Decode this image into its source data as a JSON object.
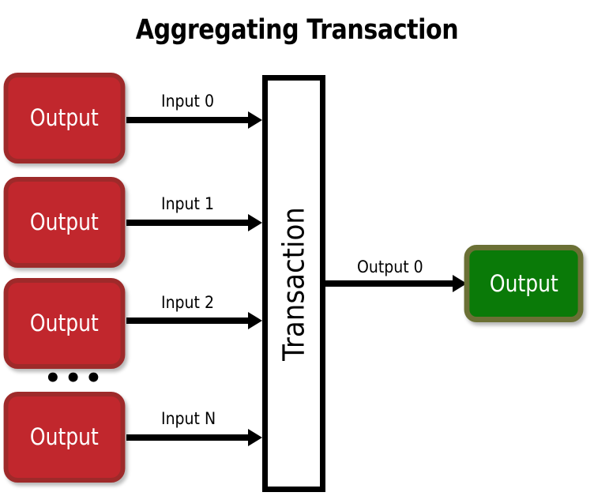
{
  "title": "Aggregating Transaction",
  "colors": {
    "background": "#ffffff",
    "input_node_fill": "#c1272d",
    "input_node_border": "#9e2a2a",
    "output_node_fill": "#0a7a08",
    "output_node_border": "#6b7035",
    "transaction_fill": "#ffffff",
    "transaction_border": "#000000",
    "arrow": "#000000",
    "text_on_node": "#ffffff",
    "text": "#000000"
  },
  "transaction": {
    "label": "Transaction"
  },
  "inputs": [
    {
      "node_label": "Output",
      "edge_label": "Input 0"
    },
    {
      "node_label": "Output",
      "edge_label": "Input 1"
    },
    {
      "node_label": "Output",
      "edge_label": "Input 2"
    },
    {
      "node_label": "Output",
      "edge_label": "Input N"
    }
  ],
  "ellipsis": "•••",
  "outputs": [
    {
      "node_label": "Output",
      "edge_label": "Output 0"
    }
  ]
}
